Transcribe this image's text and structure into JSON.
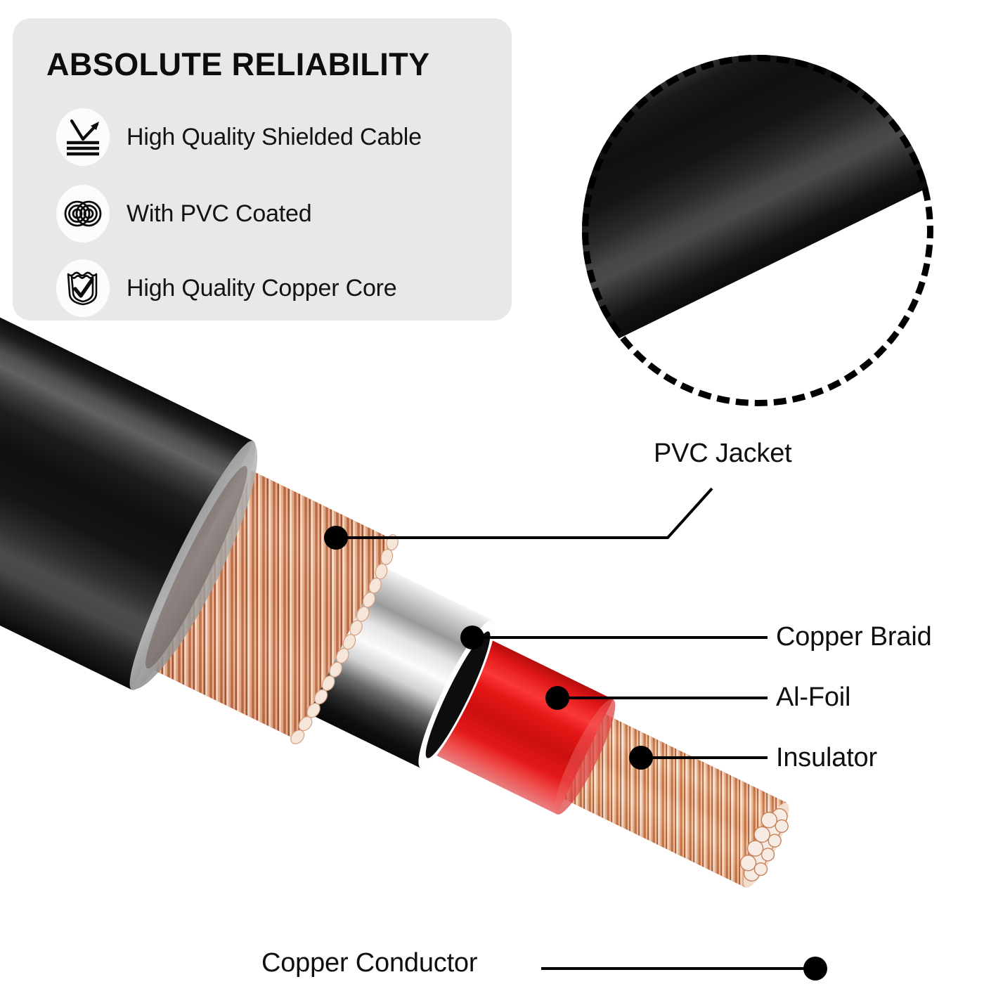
{
  "panel": {
    "title": "ABSOLUTE RELIABILITY",
    "background_color": "#e8e8e8",
    "features": [
      {
        "icon": "shielded-reflection-icon",
        "label": "High Quality Shielded Cable"
      },
      {
        "icon": "interlinked-rings-icon",
        "label": "With PVC Coated"
      },
      {
        "icon": "shield-check-icon",
        "label": "High Quality Copper Core"
      }
    ]
  },
  "magnifier": {
    "subject": "pvc-jacket-surface-closeup",
    "border_style": "dashed",
    "border_color": "#000000"
  },
  "diagram": {
    "labels": {
      "pvc_jacket": "PVC Jacket",
      "copper_braid": "Copper Braid",
      "al_foil": "Al-Foil",
      "insulator": "Insulator",
      "copper_conductor": "Copper Conductor"
    },
    "layers": [
      {
        "name": "PVC Jacket",
        "color": "#1a1a1a"
      },
      {
        "name": "Copper Braid",
        "color": "#c98a68"
      },
      {
        "name": "Al-Foil",
        "color": "#d8d8d8"
      },
      {
        "name": "Insulator",
        "color": "#e01b1b"
      },
      {
        "name": "Copper Conductor",
        "color": "#d9a27e"
      }
    ],
    "leader_color": "#000000"
  }
}
